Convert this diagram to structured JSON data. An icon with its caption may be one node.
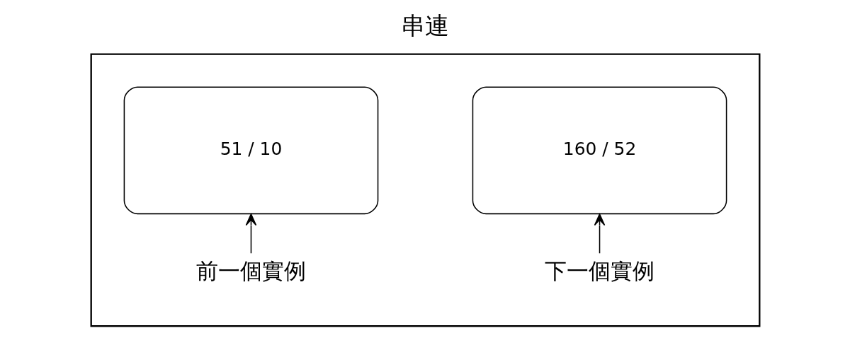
{
  "diagram": {
    "title": "串連",
    "nodes": [
      {
        "text": [],
        "shape": "box"
      },
      {
        "text": [
          "51 / 10"
        ],
        "in": 0
      },
      {
        "text": [
          "160 / 52"
        ],
        "in": 0
      },
      {
        "text": [
          "前一個實例"
        ],
        "in": 0
      },
      {
        "text": [
          "下一個實例"
        ],
        "in": 0
      }
    ],
    "edges": [
      {
        "from": 3,
        "to": 1,
        "arrow": "to"
      },
      {
        "from": 4,
        "to": 2,
        "arrow": "to"
      }
    ]
  }
}
